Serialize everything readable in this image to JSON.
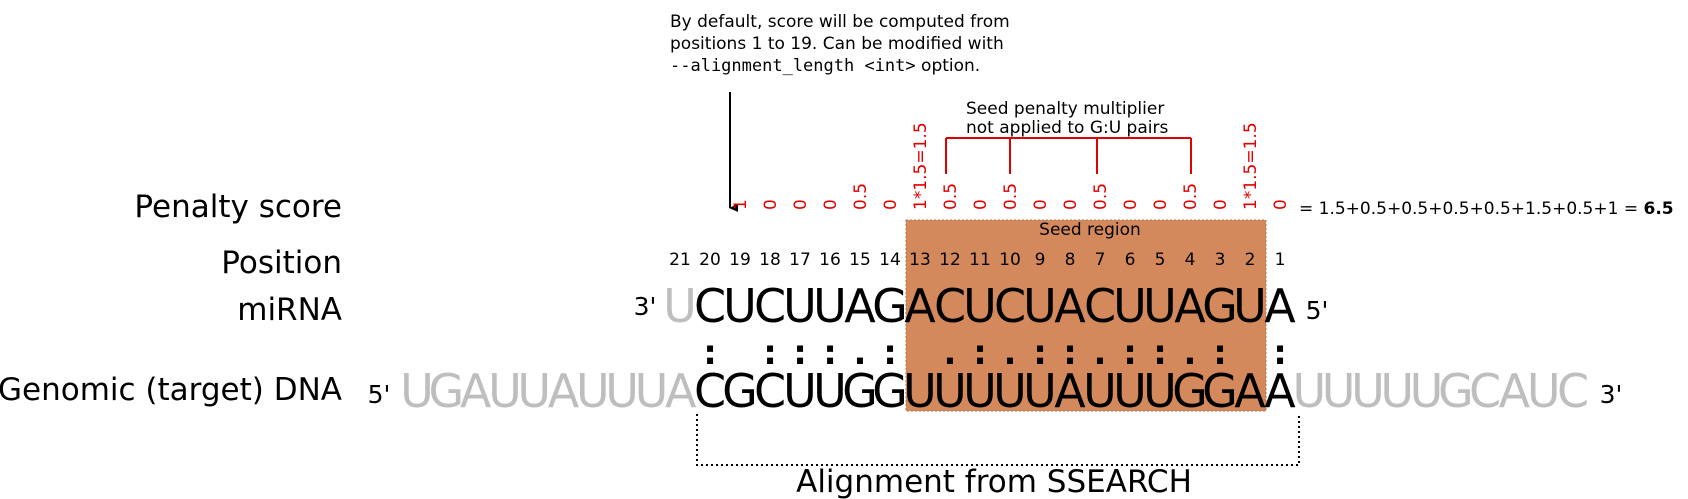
{
  "annotation": {
    "line1": "By default, score will be computed from",
    "line2": "positions 1 to 19. Can be modified with",
    "line3_code": "--alignment_length <int>",
    "line3_suffix": " option."
  },
  "seed_penalty_note": {
    "line1": "Seed penalty multiplier",
    "line2": "not applied to G:U pairs"
  },
  "row_labels": {
    "penalty": "Penalty score",
    "position": "Position",
    "mirna": "miRNA",
    "genomic": "Genomic (target) DNA"
  },
  "seed_region_label": "Seed region",
  "penalties": [
    "1",
    "0",
    "0",
    "0",
    "0.5",
    "0",
    "1*1.5=1.5",
    "0.5",
    "0",
    "0.5",
    "0",
    "0",
    "0.5",
    "0",
    "0",
    "0.5",
    "0",
    "1*1.5=1.5",
    "0"
  ],
  "total_formula": "= 1.5+0.5+0.5+0.5+0.5+1.5+0.5+1 = ",
  "total_value": "6.5",
  "positions": [
    "21",
    "20",
    "19",
    "18",
    "17",
    "16",
    "15",
    "14",
    "13",
    "12",
    "11",
    "10",
    "9",
    "8",
    "7",
    "6",
    "5",
    "4",
    "3",
    "2",
    "1"
  ],
  "mirna": {
    "three_prime": "3'",
    "five_prime": "5'",
    "bases": [
      "U",
      "C",
      "U",
      "C",
      "U",
      "U",
      "A",
      "G",
      "A",
      "C",
      "U",
      "C",
      "U",
      "A",
      "C",
      "U",
      "U",
      "A",
      "G",
      "U",
      "A"
    ]
  },
  "pairing": [
    "",
    ":",
    "",
    ":",
    ":",
    ":",
    ".",
    ":",
    "",
    ".",
    ":",
    ".",
    ":",
    ":",
    ".",
    ":",
    ":",
    ".",
    ":",
    "",
    ":"
  ],
  "genomic": {
    "five_prime": "5'",
    "three_prime": "3'",
    "left_flank": "UGAUUAUUUA",
    "bases": [
      "C",
      "G",
      "C",
      "U",
      "U",
      "G",
      "G",
      "U",
      "U",
      "U",
      "U",
      "U",
      "A",
      "U",
      "U",
      "U",
      "G",
      "G",
      "A",
      "A"
    ],
    "right_flank": "UUUUUGCAUC"
  },
  "alignment_label": "Alignment from SSEARCH",
  "colors": {
    "seed_fill": "#D4895C",
    "penalty_red": "#E00000",
    "flank_gray": "#BEBEBE",
    "text": "#000000"
  }
}
